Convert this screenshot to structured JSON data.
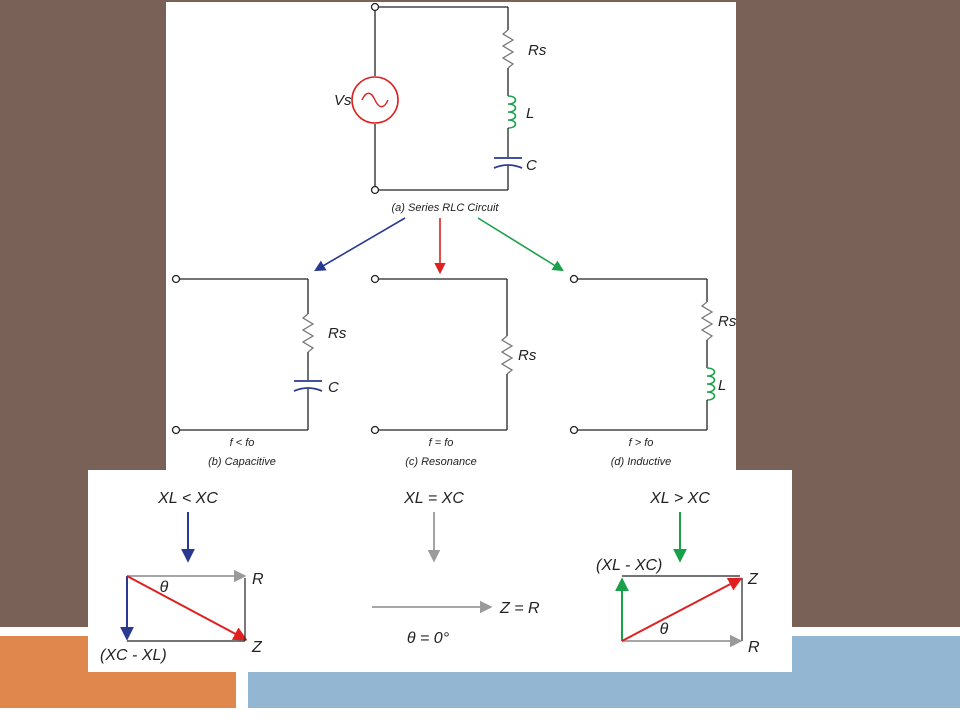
{
  "captions": {
    "a": "(a) Series RLC Circuit",
    "b": "(b) Capacitive",
    "c": "(c) Resonance",
    "d": "(d) Inductive",
    "b_freq": "f < fo",
    "c_freq": "f = fo",
    "d_freq": "f > fo"
  },
  "components": {
    "source": "Vs",
    "resistor": "Rs",
    "inductor": "L",
    "capacitor": "C"
  },
  "phasors": {
    "left": {
      "condition": "XL < XC",
      "x_label": "R",
      "diag_label": "Z",
      "vert_label": "(XC - XL)",
      "angle": "θ"
    },
    "mid": {
      "condition": "XL = XC",
      "x_label": "Z = R",
      "angle": "θ = 0°"
    },
    "right": {
      "condition": "XL > XC",
      "x_label": "R",
      "diag_label": "Z",
      "vert_label": "(XL - XC)",
      "angle": "θ"
    }
  },
  "colors": {
    "background": "#7a6157",
    "capacitive": "#2a3990",
    "resonance": "#e02020",
    "inductive": "#1aa04a",
    "impedance": "#e02020",
    "resistance": "#9a9a9a",
    "orange_accent": "#e0874e",
    "blue_accent": "#93b6d3"
  }
}
